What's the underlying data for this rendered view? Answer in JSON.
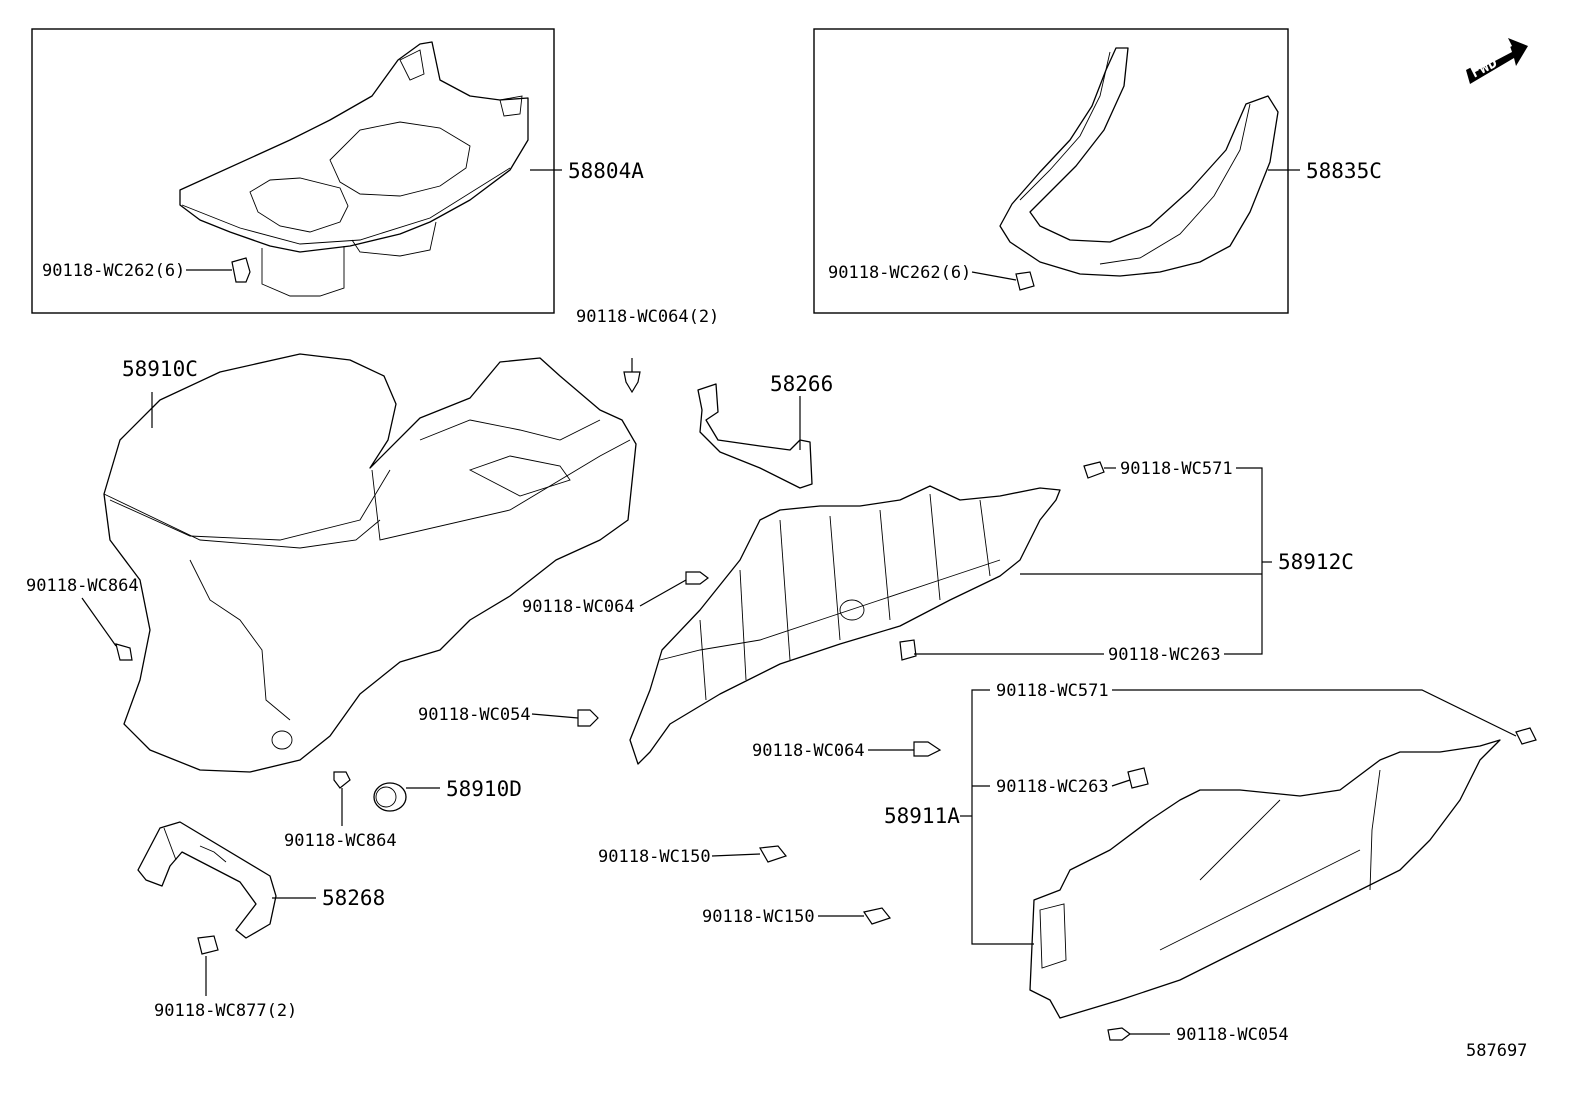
{
  "fwd_label": "FWD",
  "drawing_number": "587697",
  "callouts": {
    "c_58804A": "58804A",
    "c_wc262_top_left": "90118-WC262(6)",
    "c_58835C": "58835C",
    "c_wc262_top_right": "90118-WC262(6)",
    "c_wc064_2": "90118-WC064(2)",
    "c_58910C": "58910C",
    "c_58266": "58266",
    "c_wc571_upper": "90118-WC571",
    "c_58912C": "58912C",
    "c_wc864_left": "90118-WC864",
    "c_wc064_mid": "90118-WC064",
    "c_wc263_upper": "90118-WC263",
    "c_wc571_lower": "90118-WC571",
    "c_wc054_left": "90118-WC054",
    "c_wc064_lower": "90118-WC064",
    "c_wc263_lower": "90118-WC263",
    "c_58910D": "58910D",
    "c_wc864_bottom": "90118-WC864",
    "c_58911A": "58911A",
    "c_wc150_upper": "90118-WC150",
    "c_58268": "58268",
    "c_wc150_lower": "90118-WC150",
    "c_wc877_2": "90118-WC877(2)",
    "c_wc054_bottom": "90118-WC054"
  }
}
